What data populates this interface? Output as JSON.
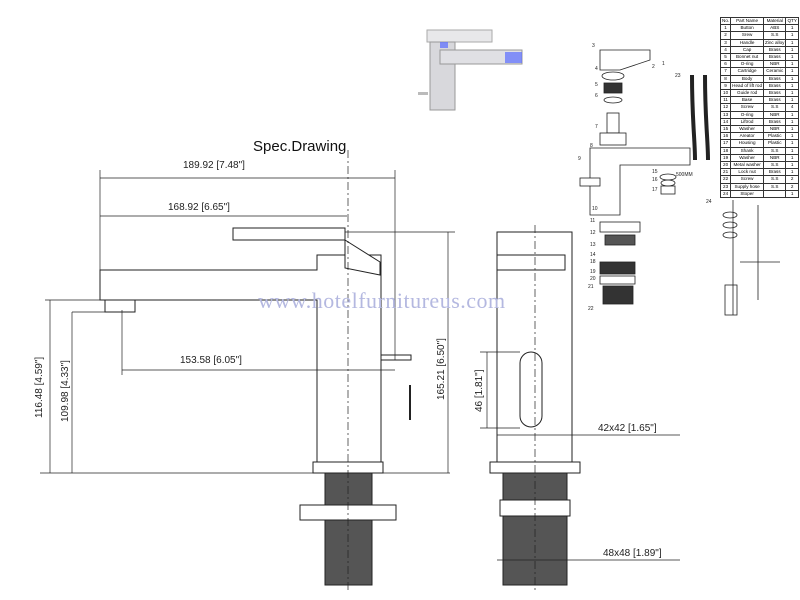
{
  "title": "Spec.Drawing",
  "watermark": "www.hotelfurnitureus.com",
  "dimensions": {
    "overall_length": "189.92 [7.48\"]",
    "handle_reach": "168.92 [6.65\"]",
    "spout_reach": "153.58 [6.05\"]",
    "spout_height": "116.48 [4.59\"]",
    "aerator_height": "109.98 [4.33\"]",
    "overall_height": "165.21 [6.50\"]",
    "slot_height": "46 [1.81\"]",
    "body_section": "42x42 [1.65\"]",
    "base_section": "48x48 [1.89\"]"
  },
  "parts_table": {
    "headers": [
      "No.",
      "Part Name",
      "Material",
      "QTY"
    ],
    "rows": [
      [
        "1",
        "Button",
        "ABS",
        "1"
      ],
      [
        "2",
        "Srew",
        "S.S",
        "1"
      ],
      [
        "3",
        "Handle",
        "Zinc alloy",
        "1"
      ],
      [
        "4",
        "Cap",
        "Brass",
        "1"
      ],
      [
        "5",
        "Bonnet nut",
        "Brass",
        "1"
      ],
      [
        "6",
        "O-ring",
        "NBR",
        "1"
      ],
      [
        "7",
        "Cartridge",
        "Ceramic",
        "1"
      ],
      [
        "8",
        "Body",
        "Brass",
        "1"
      ],
      [
        "9",
        "Head of lift rod",
        "Brass",
        "1"
      ],
      [
        "10",
        "Guide rod",
        "Brass",
        "1"
      ],
      [
        "11",
        "Base",
        "Brass",
        "1"
      ],
      [
        "12",
        "Screw",
        "S.S",
        "4"
      ],
      [
        "13",
        "O-ring",
        "NBR",
        "1"
      ],
      [
        "14",
        "Liftrod",
        "Brass",
        "1"
      ],
      [
        "15",
        "Washer",
        "NBR",
        "1"
      ],
      [
        "16",
        "Areator",
        "Plastic",
        "1"
      ],
      [
        "17",
        "Housing",
        "Plastic",
        "1"
      ],
      [
        "18",
        "Shank",
        "S.S",
        "1"
      ],
      [
        "19",
        "Washer",
        "NBR",
        "1"
      ],
      [
        "20",
        "Metal washer",
        "S.S",
        "1"
      ],
      [
        "21",
        "Lock nut",
        "Brass",
        "1"
      ],
      [
        "22",
        "Screw",
        "S.S",
        "2"
      ],
      [
        "23",
        "Supply hose",
        "S.S",
        "2"
      ],
      [
        "24",
        "Stoper",
        "",
        "1"
      ]
    ]
  },
  "exploded_view": {
    "callouts": [
      "3",
      "1",
      "2",
      "23",
      "4",
      "5",
      "6",
      "7",
      "8",
      "9",
      "15",
      "16",
      "17",
      "10",
      "11",
      "12",
      "13",
      "14",
      "18",
      "19",
      "20",
      "21",
      "22",
      "24"
    ],
    "hose_length": "500MM"
  },
  "colors": {
    "line": "#222222",
    "watermark": "#b4b8e0",
    "photo_blue": "#5a6cff"
  }
}
